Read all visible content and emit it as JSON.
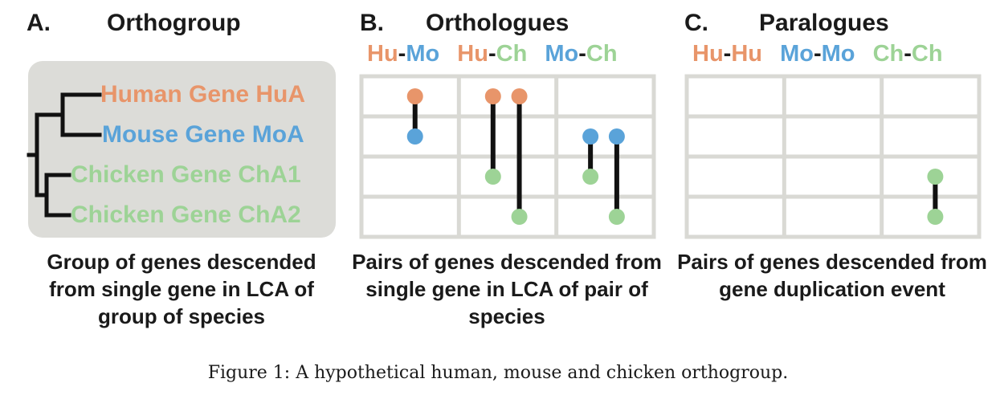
{
  "colors": {
    "human": "#e8956a",
    "mouse": "#5aa3d9",
    "chicken": "#9dd396",
    "grid": "#d9d9d4",
    "text": "#1a1a1a"
  },
  "panel_a": {
    "letter": "A.",
    "title": "Orthogroup",
    "genes": [
      {
        "label": "Human Gene HuA",
        "species": "human"
      },
      {
        "label": "Mouse Gene MoA",
        "species": "mouse"
      },
      {
        "label": "Chicken Gene ChA1",
        "species": "chicken"
      },
      {
        "label": "Chicken Gene ChA2",
        "species": "chicken"
      }
    ],
    "caption": "Group of genes descended from single gene in LCA of group of species"
  },
  "panel_b": {
    "letter": "B.",
    "title": "Orthologues",
    "pairs": [
      {
        "a": "Hu",
        "b": "Mo",
        "sa": "human",
        "sb": "mouse"
      },
      {
        "a": "Hu",
        "b": "Ch",
        "sa": "human",
        "sb": "chicken"
      },
      {
        "a": "Mo",
        "b": "Ch",
        "sa": "mouse",
        "sb": "chicken"
      }
    ],
    "rows": [
      "HuA",
      "MoA",
      "ChA1",
      "ChA2"
    ],
    "links": [
      {
        "column": 0,
        "from_row": 0,
        "to_row": 1,
        "slot": 1
      },
      {
        "column": 1,
        "from_row": 0,
        "to_row": 2,
        "slot": 0
      },
      {
        "column": 1,
        "from_row": 0,
        "to_row": 3,
        "slot": 2
      },
      {
        "column": 2,
        "from_row": 1,
        "to_row": 2,
        "slot": 0
      },
      {
        "column": 2,
        "from_row": 1,
        "to_row": 3,
        "slot": 2
      }
    ],
    "caption": "Pairs of genes descended from single gene in LCA of pair of species"
  },
  "panel_c": {
    "letter": "C.",
    "title": "Paralogues",
    "pairs": [
      {
        "a": "Hu",
        "b": "Hu",
        "sa": "human",
        "sb": "human"
      },
      {
        "a": "Mo",
        "b": "Mo",
        "sa": "mouse",
        "sb": "mouse"
      },
      {
        "a": "Ch",
        "b": "Ch",
        "sa": "chicken",
        "sb": "chicken"
      }
    ],
    "rows": [
      "HuA",
      "MoA",
      "ChA1",
      "ChA2"
    ],
    "links": [
      {
        "column": 2,
        "from_row": 2,
        "to_row": 3,
        "slot": 1
      }
    ],
    "caption": "Pairs of genes descended from gene duplication event"
  },
  "figure_caption": "Figure 1: A hypothetical human, mouse and chicken orthogroup.",
  "separator": "-"
}
